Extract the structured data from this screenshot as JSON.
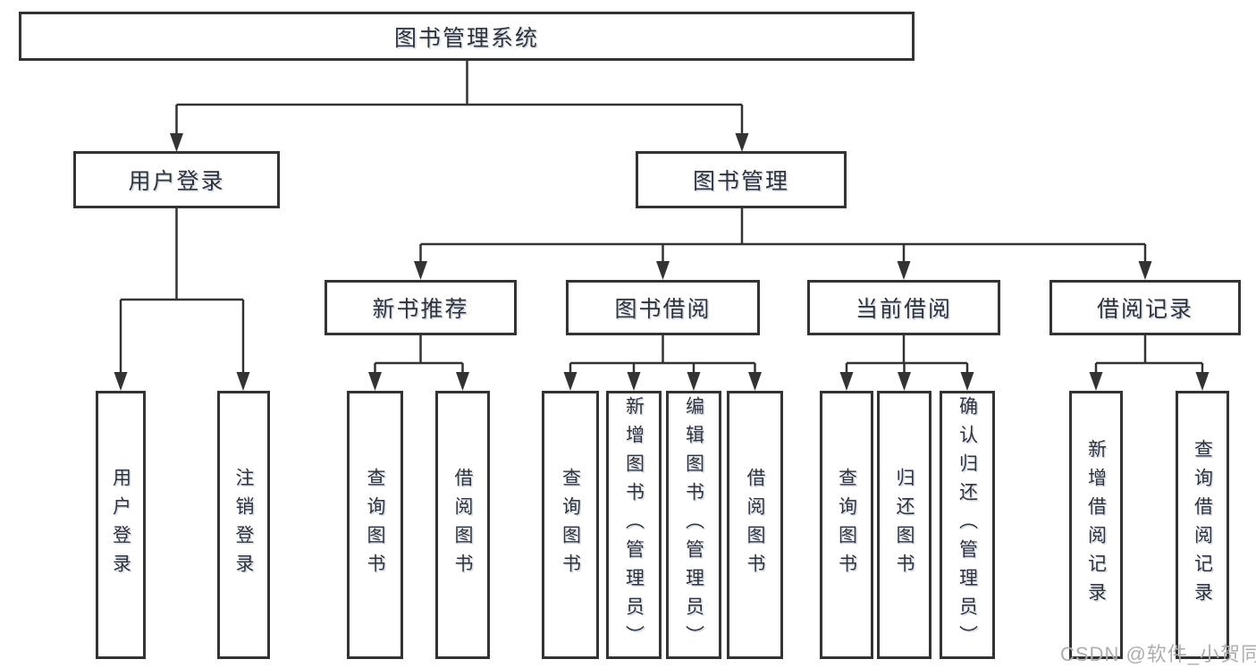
{
  "tree": {
    "root": {
      "label": "图书管理系统"
    },
    "children": [
      {
        "label": "用户登录",
        "children": [
          {
            "label": "用户登录"
          },
          {
            "label": "注销登录"
          }
        ]
      },
      {
        "label": "图书管理",
        "children": [
          {
            "label": "新书推荐",
            "children": [
              {
                "label": "查询图书"
              },
              {
                "label": "借阅图书"
              }
            ]
          },
          {
            "label": "图书借阅",
            "children": [
              {
                "label": "查询图书"
              },
              {
                "label": "新增图书（管理员）"
              },
              {
                "label": "编辑图书（管理员）"
              },
              {
                "label": "借阅图书"
              }
            ]
          },
          {
            "label": "当前借阅",
            "children": [
              {
                "label": "查询图书"
              },
              {
                "label": "归还图书"
              },
              {
                "label": "确认归还（管理员）"
              }
            ]
          },
          {
            "label": "借阅记录",
            "children": [
              {
                "label": "新增借阅记录"
              },
              {
                "label": "查询借阅记录"
              }
            ]
          }
        ]
      }
    ]
  },
  "watermark": {
    "text": "CSDN @软件_小贺同学"
  },
  "colors": {
    "line": "#333333",
    "text": "#333333",
    "box_background": "#ffffff",
    "watermark": "#aeaeae",
    "background": "#ffffff"
  }
}
